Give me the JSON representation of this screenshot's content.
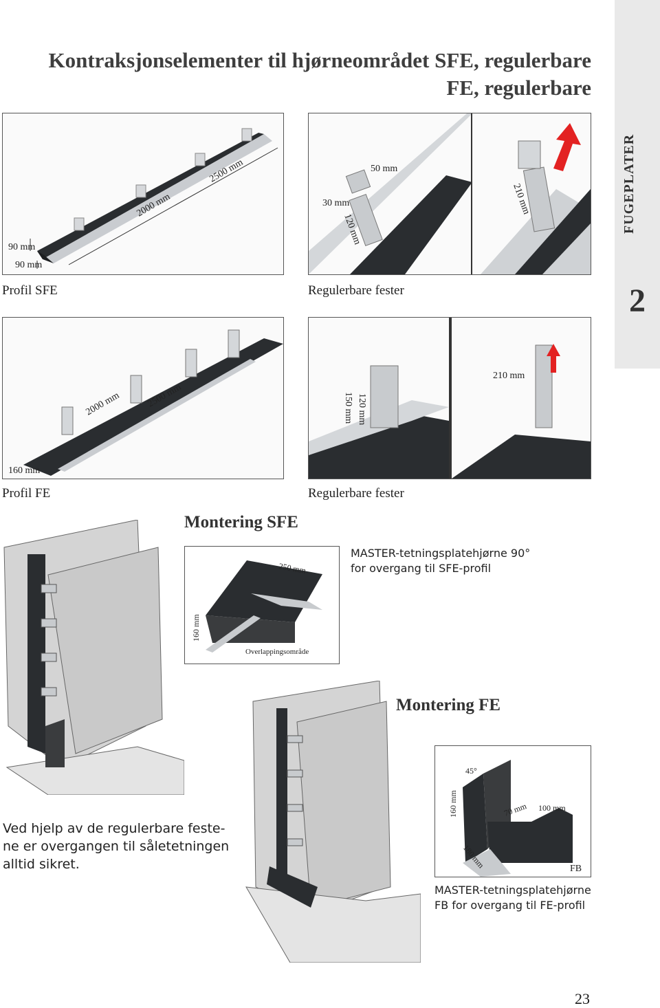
{
  "title": {
    "line1": "Kontraksjonselementer til hjørneområdet  SFE, regulerbare",
    "line2": "FE, regulerbare"
  },
  "side_tab": {
    "label": "FUGEPLATER",
    "number": "2"
  },
  "figures": {
    "profil_sfe": {
      "caption": "Profil SFE",
      "dims": [
        "90 mm",
        "90 mm",
        "2000 mm",
        "2500 mm"
      ]
    },
    "regulerbare_fester_top": {
      "caption": "Regulerbare fester",
      "dims": [
        "50 mm",
        "30 mm",
        "120 mm",
        "210 mm"
      ]
    },
    "profil_fe": {
      "caption": "Profil FE",
      "dims": [
        "2000 mm",
        "2500 mm",
        "160 mm"
      ]
    },
    "regulerbare_fester_bottom": {
      "caption": "Regulerbare fester",
      "dims": [
        "150 mm",
        "120 mm",
        "210 mm"
      ]
    },
    "master_sfe": {
      "dims": [
        "250 mm",
        "160 mm"
      ],
      "overlap_label": "Overlappingsområde",
      "caption_line1": "MASTER-tetningsplatehjørne 90°",
      "caption_line2": "for overgang til SFE-profil"
    },
    "master_fe": {
      "dims": [
        "45°",
        "160 mm",
        "70 mm",
        "100 mm",
        "180 mm"
      ],
      "tag": "FB",
      "caption_line1": "MASTER-tetningsplatehjørne",
      "caption_line2": "FB for overgang til FE-profil"
    }
  },
  "sections": {
    "montering_sfe": "Montering SFE",
    "montering_fe": "Montering FE"
  },
  "body_text": {
    "line1": "Ved hjelp av de regulerbare feste-",
    "line2": "ne er overgangen til såletetningen",
    "line3": "alltid sikret."
  },
  "page_number": "23",
  "colors": {
    "arrow_red": "#e32222",
    "tab_grey": "#e9e9e9",
    "steel": "#c9ccd0",
    "dark_profile": "#2a2d30"
  }
}
